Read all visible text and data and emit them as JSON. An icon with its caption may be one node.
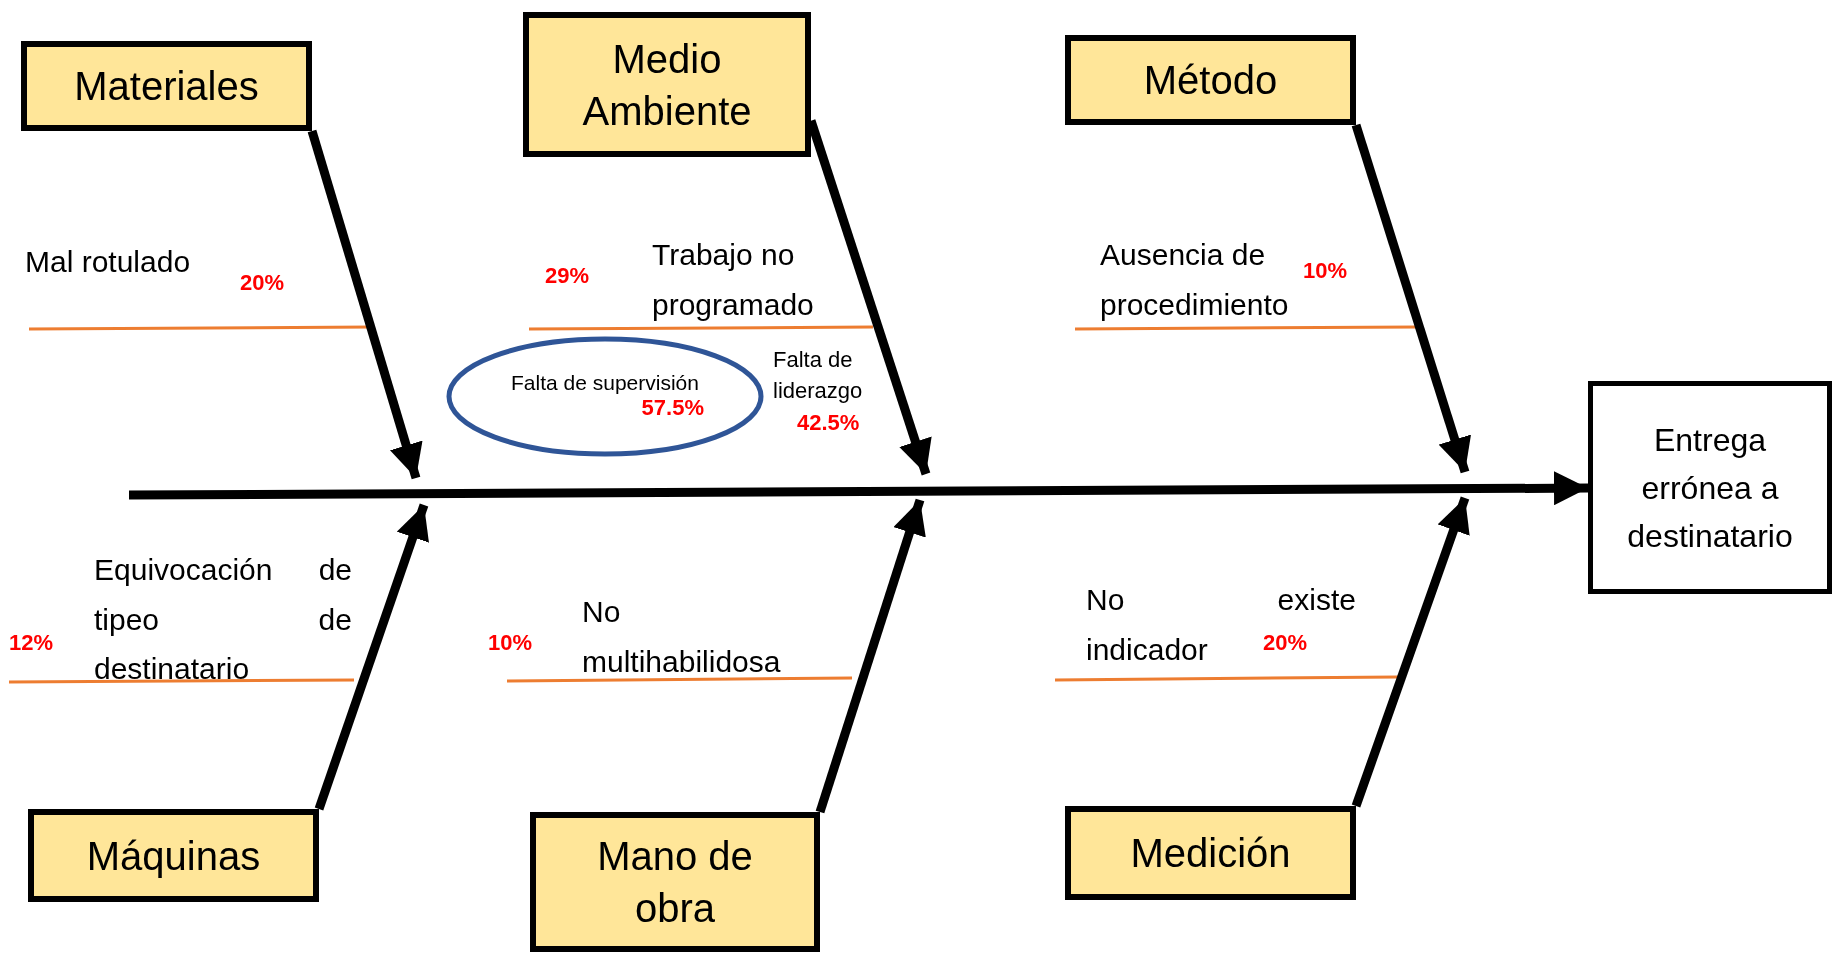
{
  "diagram": {
    "nodes": [
      {
        "text": [
          "Materiales"
        ]
      },
      {
        "text": [
          "Medio Ambiente"
        ]
      },
      {
        "text": [
          "Método"
        ]
      },
      {
        "text": [
          "Entrega errónea a destinatario"
        ]
      },
      {
        "text": [
          "Máquinas"
        ]
      },
      {
        "text": [
          "Mano de obra"
        ]
      },
      {
        "text": [
          "Medición"
        ]
      },
      {
        "text": [
          "Falta de supervisión",
          "57.5%"
        ]
      }
    ],
    "edges": [
      {
        "from": null,
        "to": 3,
        "arrow": "to"
      },
      {
        "from": 0,
        "to": null,
        "arrow": "to"
      },
      {
        "from": 1,
        "to": null,
        "arrow": "to"
      },
      {
        "from": 2,
        "to": null,
        "arrow": "to"
      },
      {
        "from": 4,
        "to": null,
        "arrow": "to"
      },
      {
        "from": 5,
        "to": null,
        "arrow": "to"
      },
      {
        "from": 6,
        "to": null,
        "arrow": "to"
      }
    ],
    "labels": [
      "Mal rotulado",
      "20%",
      "29%",
      "Trabajo no programado",
      "Ausencia de procedimiento",
      "10%",
      "Falta de liderazgo",
      "42.5%",
      "Equivocación de tipeo de destinatario",
      "12%",
      "No multihabilidosa",
      "10%",
      "No existe indicador",
      "20%"
    ]
  }
}
